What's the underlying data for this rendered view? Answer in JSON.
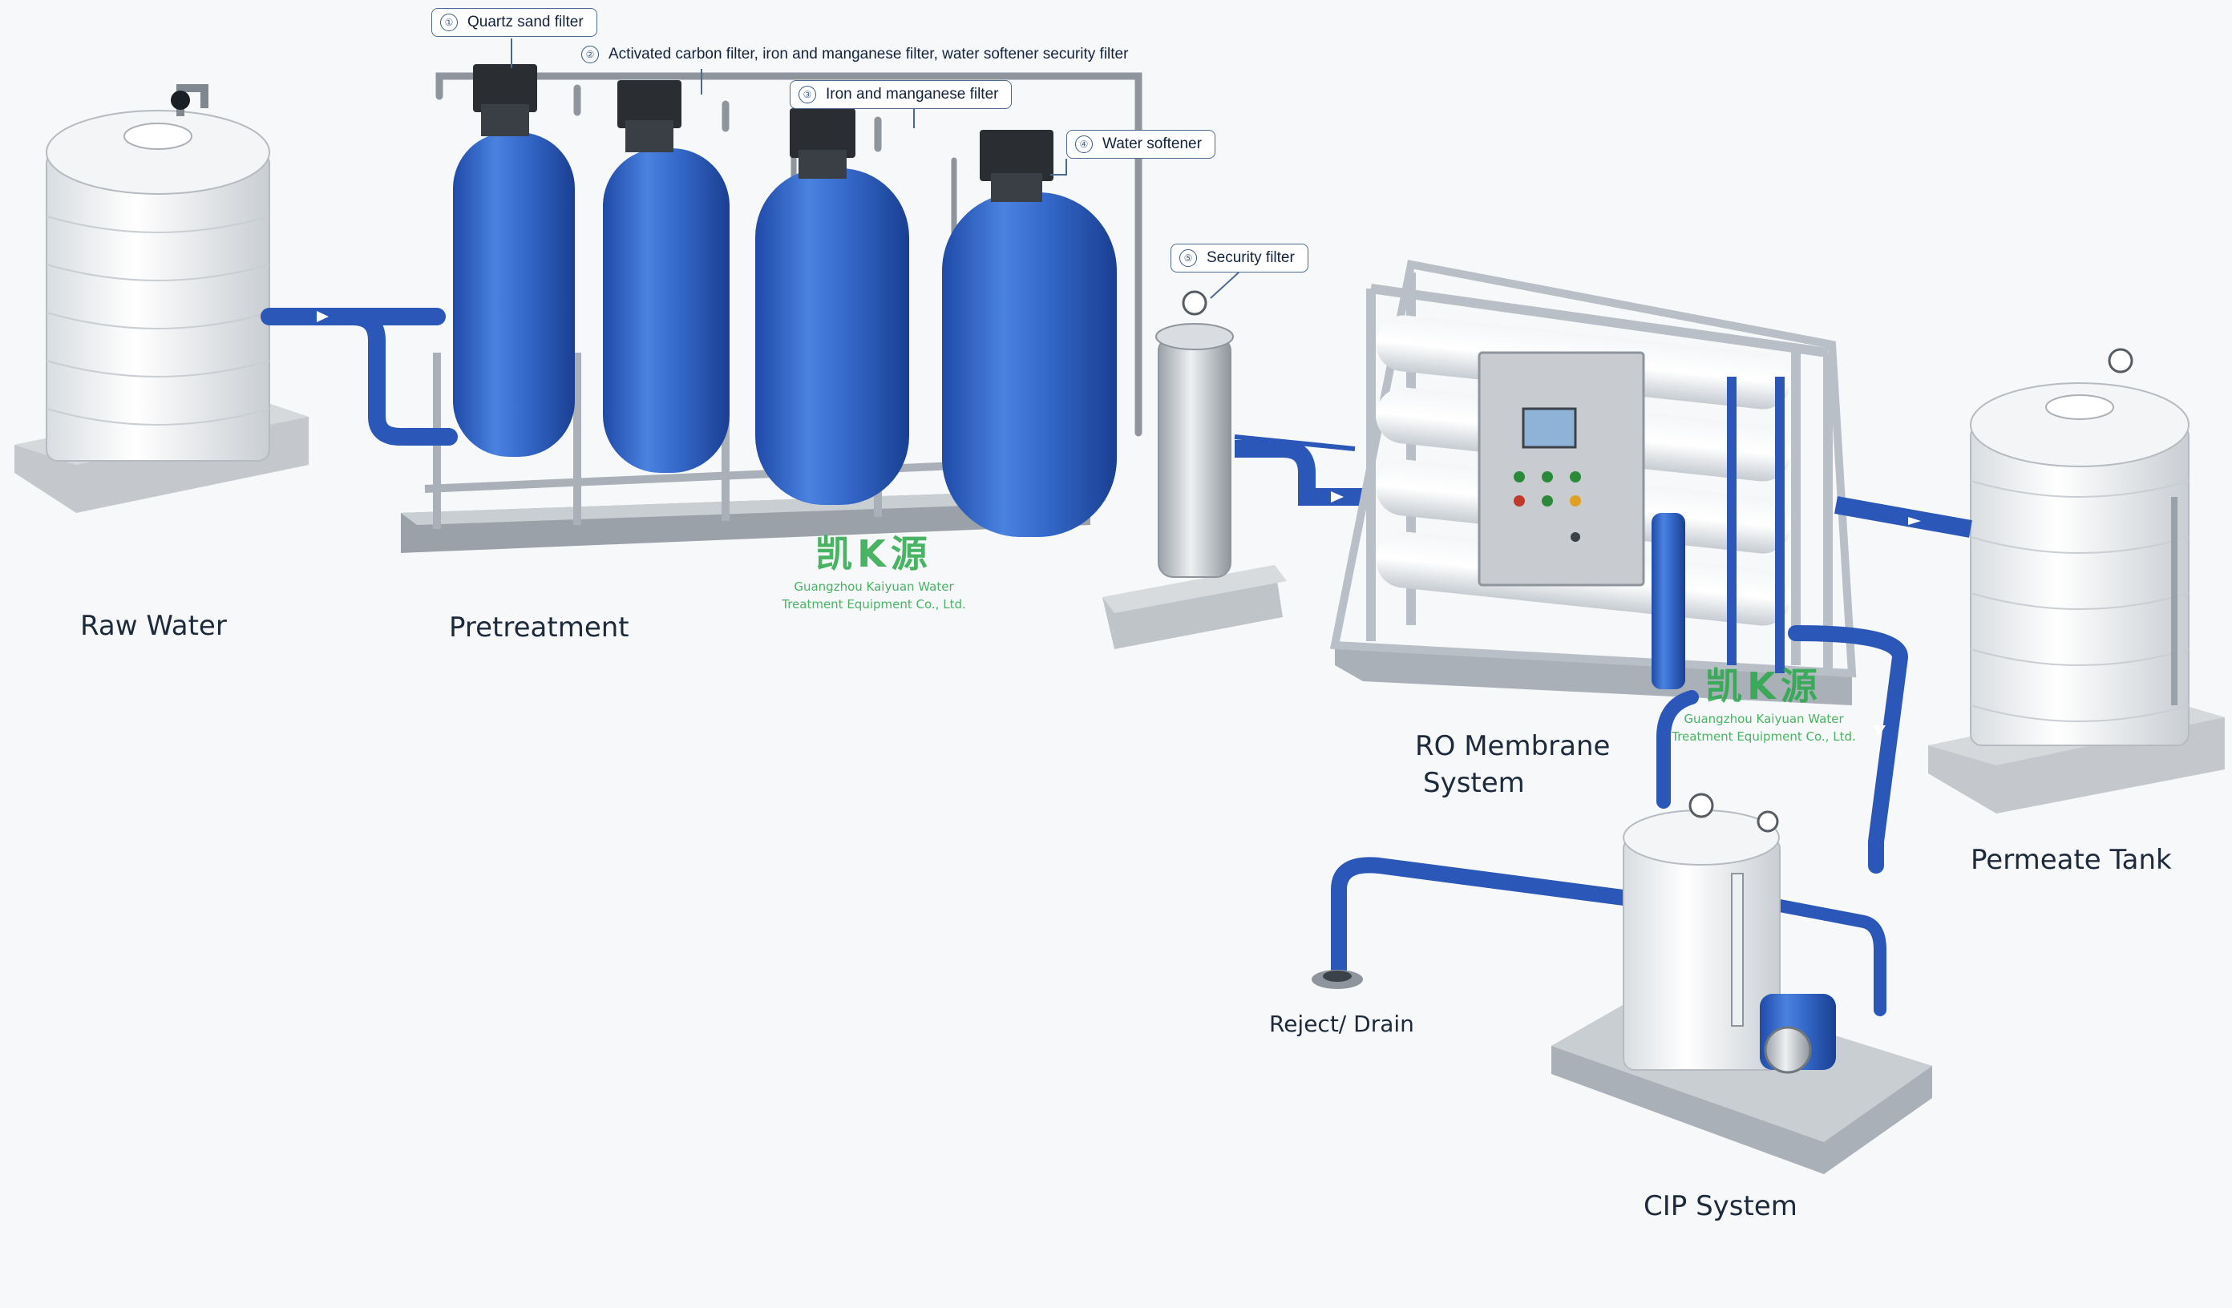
{
  "stages": {
    "raw_water": "Raw Water",
    "pretreatment": "Pretreatment",
    "ro_line1": "RO Membrane",
    "ro_line2": "System",
    "permeate_tank": "Permeate Tank",
    "reject_drain": "Reject/ Drain",
    "cip_system": "CIP System"
  },
  "callouts": [
    {
      "num": "①",
      "text": "Quartz sand filter"
    },
    {
      "num": "②",
      "text": "Activated carbon filter, iron and manganese filter, water softener security filter"
    },
    {
      "num": "③",
      "text": "Iron and manganese filter"
    },
    {
      "num": "④",
      "text": "Water softener"
    },
    {
      "num": "⑤",
      "text": "Security filter"
    }
  ],
  "watermark": {
    "logo": "凯K源",
    "company_line1": "Guangzhou Kaiyuan Water",
    "company_line2": "Treatment Equipment Co., Ltd."
  },
  "colors": {
    "vessel_blue": "#2f62c8",
    "pipe_blue": "#2b57b8",
    "tank_white": "#eef1f3",
    "frame_steel": "#b9bfc6",
    "label_navy": "#1d2a3b",
    "watermark_green": "#29a84a"
  }
}
